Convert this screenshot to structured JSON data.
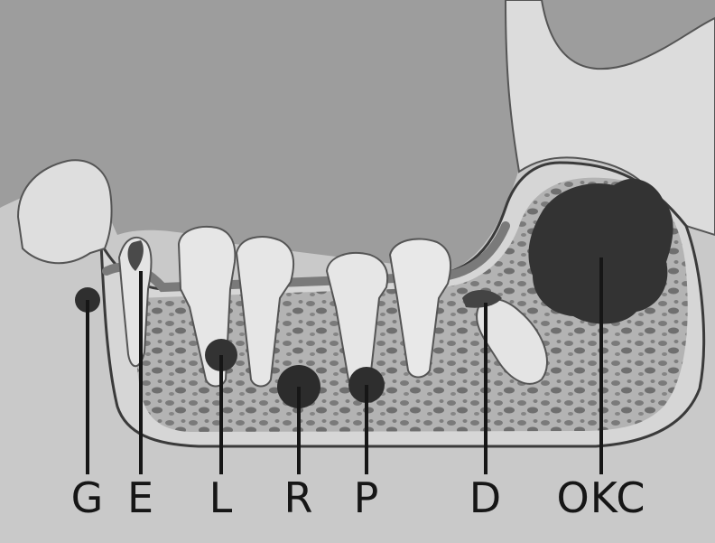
{
  "labels": [
    {
      "key": "G",
      "text": "G"
    },
    {
      "key": "E",
      "text": "E"
    },
    {
      "key": "L",
      "text": "L"
    },
    {
      "key": "R",
      "text": "R"
    },
    {
      "key": "P",
      "text": "P"
    },
    {
      "key": "D",
      "text": "D"
    },
    {
      "key": "OKC",
      "text": "OKC"
    }
  ],
  "colors": {
    "background": "#9a9a9a",
    "soft_tissue": "#c8c8c8",
    "bone": "#d9d9d9",
    "cancellous": "#8f8f8f",
    "tooth": "#e6e6e6",
    "lesion": "#3a3a3a",
    "leader_line": "#1a1a1a"
  }
}
